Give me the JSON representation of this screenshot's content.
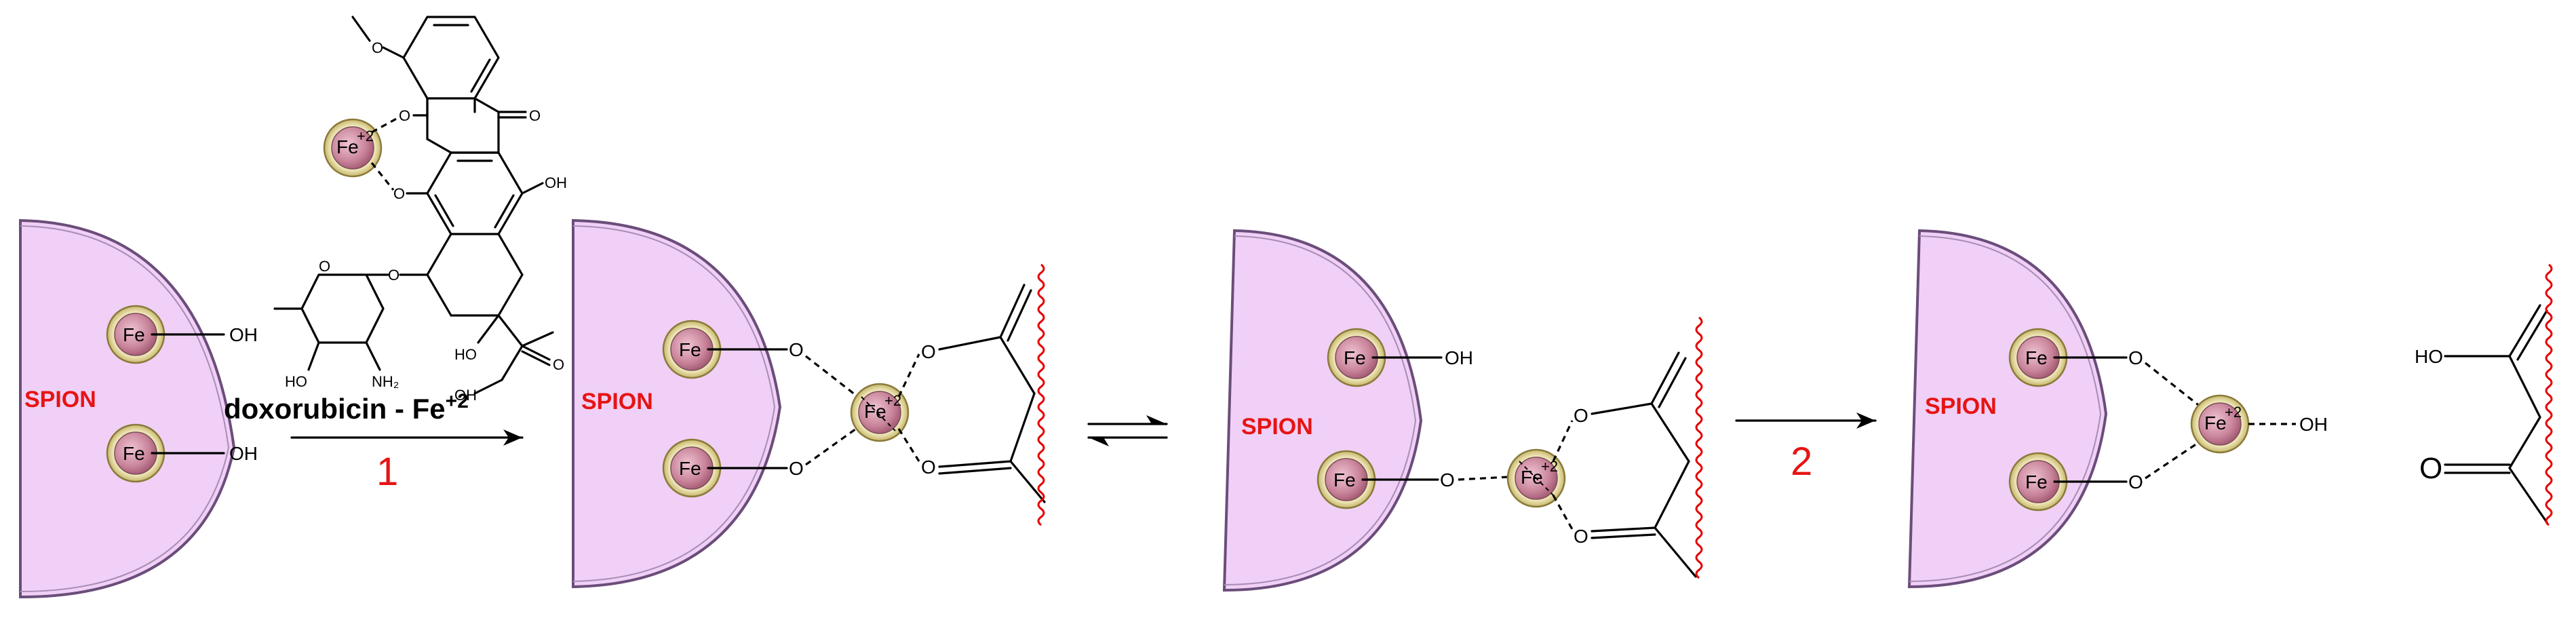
{
  "colors": {
    "nanoparticle_fill": "#f0d0f6",
    "nanoparticle_stroke": "#6b4d7a",
    "iron_core": "#c9849a",
    "iron_ring": "#e9dfa6",
    "label_red": "#e61414",
    "surface_wave": "#e60000"
  },
  "labels": {
    "spion": "SPION",
    "fe": "Fe",
    "fe_charge": "+2",
    "oh": "OH",
    "ho": "HO",
    "o": "O",
    "nh2": "NH₂"
  },
  "reagent": {
    "name": "doxorubicin - Fe",
    "charge": "+2"
  },
  "steps": {
    "step1": "1",
    "step2": "2"
  },
  "icons": {
    "equilibrium": "equilibrium-arrow-icon",
    "reaction_arrow": "reaction-arrow-icon",
    "iron_atom": "iron-atom-icon",
    "surface": "wavy-surface-icon"
  }
}
